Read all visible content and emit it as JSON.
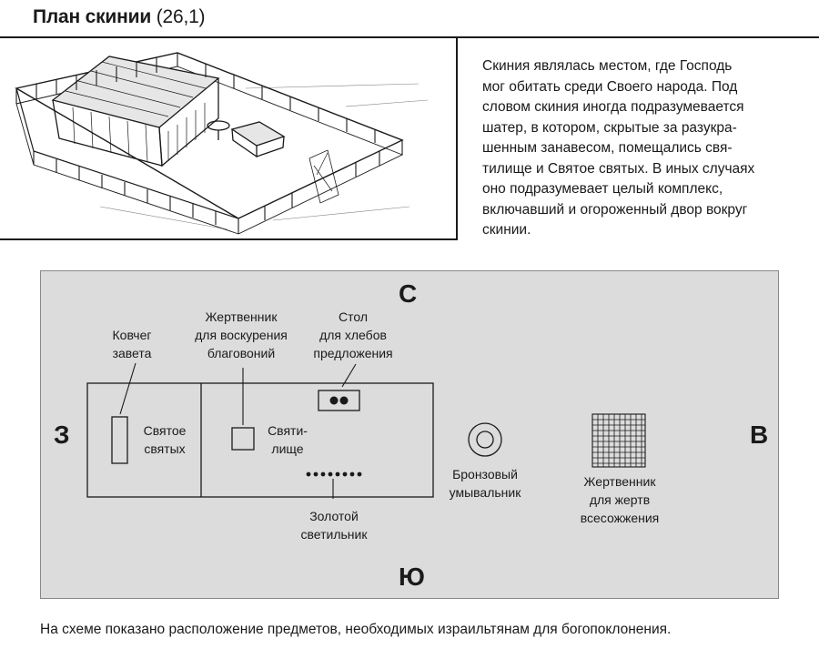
{
  "header": {
    "title": "План скинии",
    "reference": "(26,1)"
  },
  "description": "Скиния являлась местом, где Господь\nмог обитать среди Своего народа. Под\nсловом скиния иногда подразумевается\nшатер, в котором, скрытые за разукра-\nшенным занавесом, помещались свя-\nтилище и Святое святых. В иных случаях\nоно подразумевает целый комплекс,\nвключавший и огороженный двор вокруг\nскинии.",
  "plan": {
    "directions": {
      "north": "С",
      "south": "Ю",
      "west": "З",
      "east": "В"
    },
    "labels": {
      "ark": "Ковчег\nзавета",
      "holy_of_holies": "Святое\nсвятых",
      "incense_altar": "Жертвенник\nдля воскурения\nблаговоний",
      "sanctuary": "Святи-\nлище",
      "table": "Стол\nдля хлебов\nпредложения",
      "lampstand": "Золотой\nсветильник",
      "laver": "Бронзовый\nумывальник",
      "burnt_altar": "Жертвенник\nдля жертв\nвсесожжения"
    }
  },
  "caption": "На схеме показано расположение предметов, необходимых израильтянам для богопоклонения.",
  "colors": {
    "plan_background": "#dcdcdc",
    "ink": "#1a1a1a"
  }
}
